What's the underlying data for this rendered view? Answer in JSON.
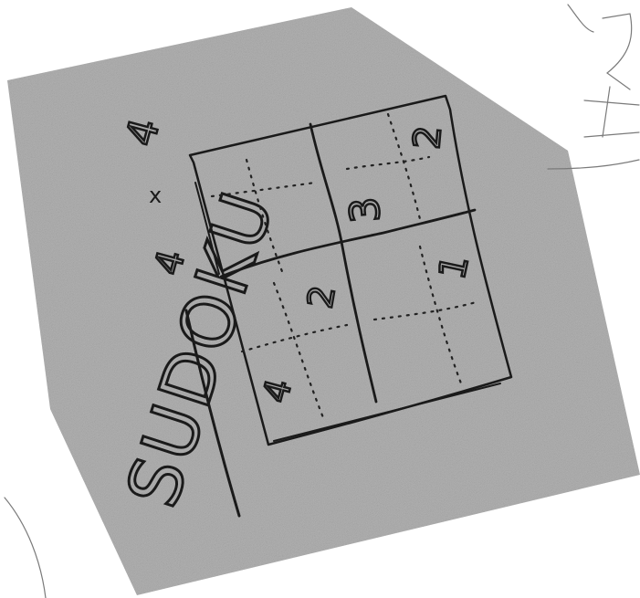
{
  "photo": {
    "paper_color": "#b5b5b5",
    "ink_color": "#1a1a1a",
    "background_color": "#ffffff"
  },
  "sketch": {
    "title": "SUDOKU",
    "side_marks": [
      "4",
      "x",
      "4"
    ],
    "grid": {
      "rows": 2,
      "cols": 2,
      "cells": [
        {
          "value": ""
        },
        {
          "value": "3"
        },
        {
          "value": "2"
        },
        {
          "value": "1"
        }
      ],
      "corner_digit": "2",
      "bottom_left_digit": "4"
    }
  }
}
